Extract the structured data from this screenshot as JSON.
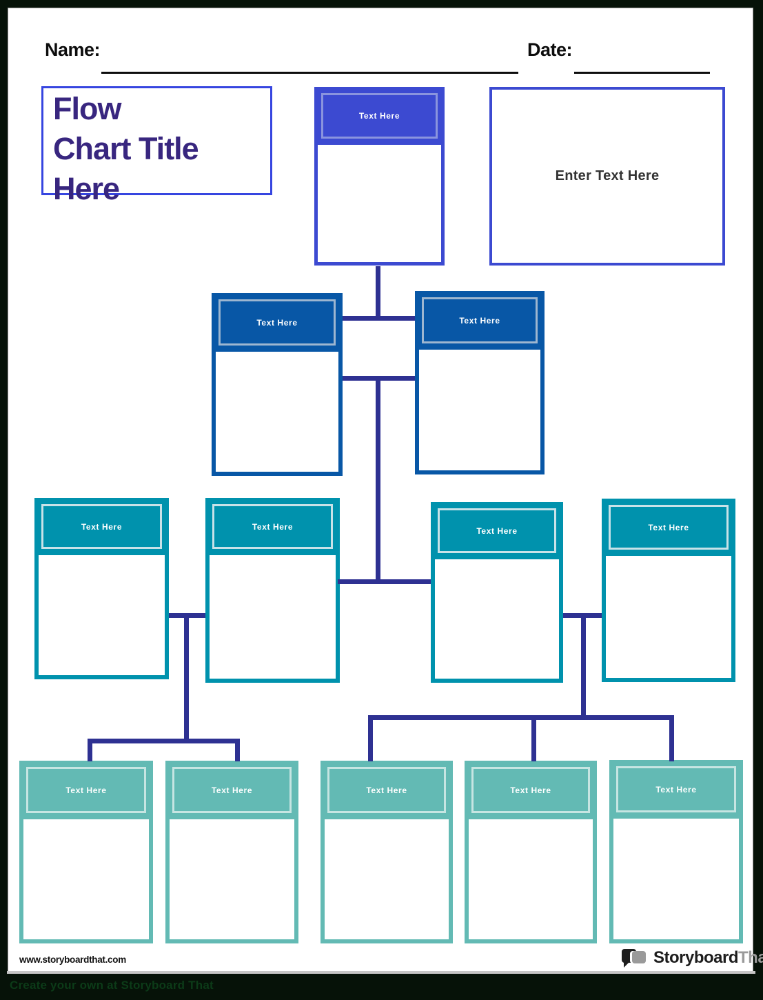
{
  "header": {
    "name_label": "Name:",
    "date_label": "Date:"
  },
  "title": {
    "full": "Flow Chart Title Here",
    "line1": "Flow",
    "line2": "Chart Title",
    "line3": "Here"
  },
  "nodes": {
    "root": {
      "label": "Text Here"
    },
    "note": {
      "label": "Enter Text Here"
    },
    "level2": [
      {
        "label": "Text Here"
      },
      {
        "label": "Text Here"
      }
    ],
    "level3": [
      {
        "label": "Text Here"
      },
      {
        "label": "Text Here"
      },
      {
        "label": "Text Here"
      },
      {
        "label": "Text Here"
      }
    ],
    "level4": [
      {
        "label": "Text Here"
      },
      {
        "label": "Text Here"
      },
      {
        "label": "Text Here"
      },
      {
        "label": "Text Here"
      },
      {
        "label": "Text Here"
      }
    ]
  },
  "footer": {
    "watermark": "www.storyboardthat.com",
    "logo_primary": "Storyboard",
    "logo_secondary": "That"
  },
  "banner": {
    "text": "Create your own at Storyboard That"
  },
  "colors": {
    "frame": "#061208",
    "root_blue": "#3c4ad1",
    "level2_blue": "#0857a6",
    "level3_teal": "#0092ad",
    "level4_seafoam": "#63bab4",
    "connector_indigo": "#2e3192",
    "title_text": "#38267f",
    "logo_gray": "#9a9a9a"
  }
}
